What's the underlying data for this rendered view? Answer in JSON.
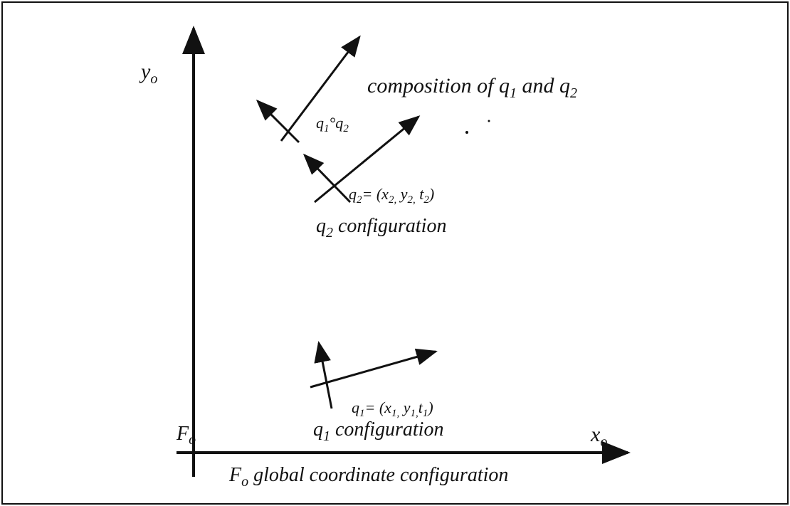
{
  "colors": {
    "ink": "#111111",
    "background": "#ffffff"
  },
  "axes": {
    "y_label": "y",
    "y_sub": "o",
    "x_label": "x",
    "x_sub": "o",
    "origin_label": "F",
    "origin_sub": "o"
  },
  "labels": {
    "composition_pre": "composition of q",
    "composition_sub1": "1",
    "composition_mid": " and q",
    "composition_sub2": "2",
    "composed_q1": "q",
    "composed_sub1": "1",
    "composed_op": "°q",
    "composed_sub2": "2",
    "q2_eq": "q",
    "q2_eq_sub": "2",
    "q2_eq_rest": "= (x",
    "q2_x_sub": "2,",
    "q2_y": " y",
    "q2_y_sub": "2,",
    "q2_t": " t",
    "q2_t_sub": "2",
    "q2_close": ")",
    "q2_config_q": "q",
    "q2_config_sub": "2",
    "q2_config_rest": " configuration",
    "q1_eq": "q",
    "q1_eq_sub": "1",
    "q1_eq_rest": "= (x",
    "q1_x_sub": "1,",
    "q1_y": " y",
    "q1_y_sub": "1,",
    "q1_t": "t",
    "q1_t_sub": "1",
    "q1_close": ")",
    "q1_config_q": "q",
    "q1_config_sub": "1",
    "q1_config_rest": " configuration",
    "global_F": "F",
    "global_sub": "o",
    "global_rest": " global coordinate configuration"
  }
}
